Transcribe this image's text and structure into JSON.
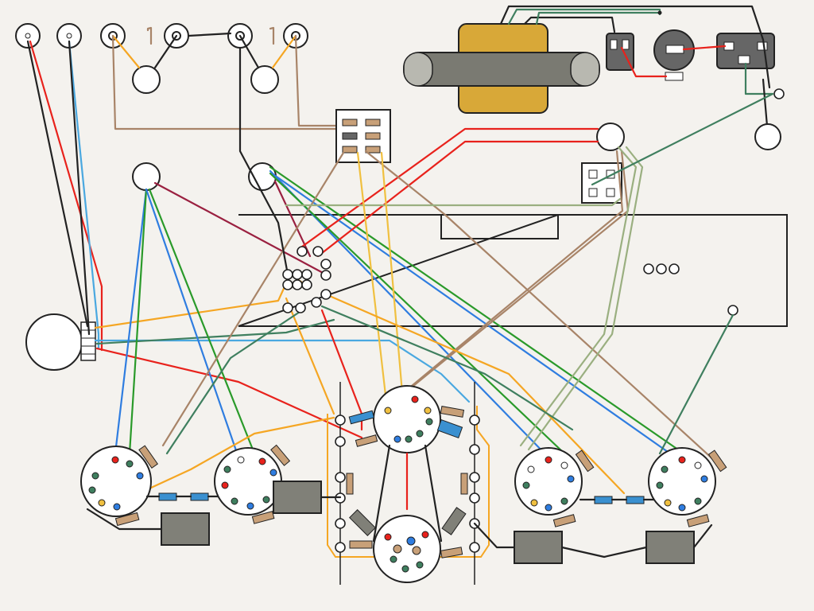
{
  "diagram": {
    "type": "guitar-amplifier point-to-point wiring layout",
    "palette": {
      "background": "#f4f2ee",
      "outline": "#222222",
      "wire_red": "#e8221c",
      "wire_blue": "#2f7de0",
      "wire_lightblue": "#4aa8e0",
      "wire_green": "#2a9a2a",
      "wire_darkgreen": "#3f7f5f",
      "wire_orange": "#f5a623",
      "wire_yellow": "#f0c040",
      "wire_brown": "#a88468",
      "wire_sage": "#9aaf80",
      "wire_maroon": "#9a2040",
      "wire_black": "#222222",
      "transformer_core": "#7a7a72",
      "transformer_bobbin": "#d8a838",
      "component_grey": "#808078",
      "resistor_tan": "#c8a078",
      "resistor_blue": "#3a90d0"
    },
    "components": {
      "input_jacks": 2,
      "potentiometers": 4,
      "tube_sockets": 6,
      "filter_capacitors": 5,
      "power_transformer": "power-transformer-icon",
      "fuse_holder": "fuse-icon",
      "power_switch": "switch-icon",
      "mains_socket": "mains-socket-icon",
      "speaker_jack": "speaker-jack-icon",
      "output_transformer": "output-transformer-icon"
    }
  }
}
